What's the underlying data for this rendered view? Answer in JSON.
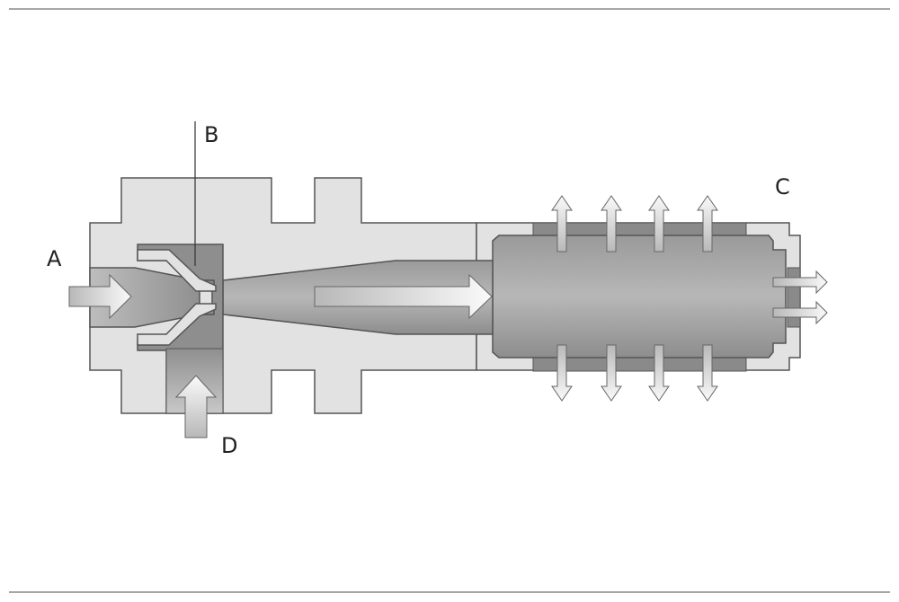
{
  "labels": {
    "a": "A",
    "b": "B",
    "c": "C",
    "d": "D"
  },
  "colors": {
    "body_fill": "#e2e2e2",
    "body_stroke": "#555555",
    "cavity_dark": "#8a8a8a",
    "cavity_light": "#bdbdbd",
    "arrow_light": "#fafafa",
    "arrow_dark": "#b8b8b8",
    "rule": "#888888",
    "text": "#222222"
  }
}
